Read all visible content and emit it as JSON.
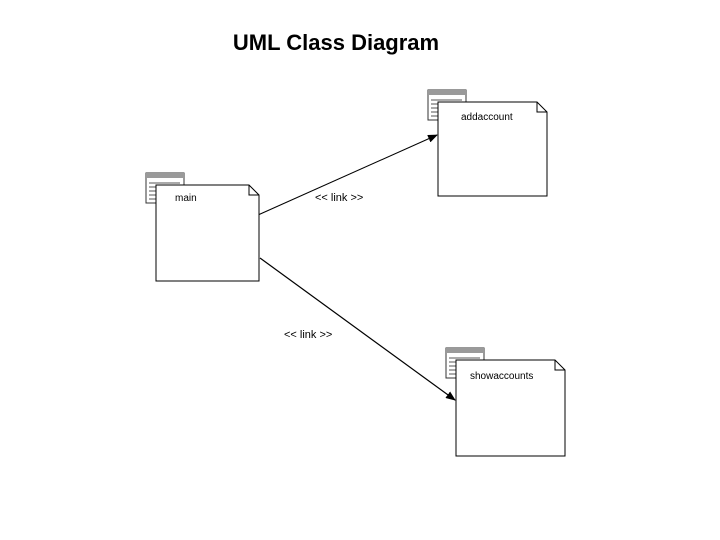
{
  "diagram": {
    "title": "UML Class Diagram",
    "nodes": [
      {
        "id": "main",
        "label": "main"
      },
      {
        "id": "addaccount",
        "label": "addaccount"
      },
      {
        "id": "showaccounts",
        "label": "showaccounts"
      }
    ],
    "edges": [
      {
        "from": "main",
        "to": "addaccount",
        "label": "<< link >>"
      },
      {
        "from": "main",
        "to": "showaccounts",
        "label": "<< link >>"
      }
    ]
  }
}
